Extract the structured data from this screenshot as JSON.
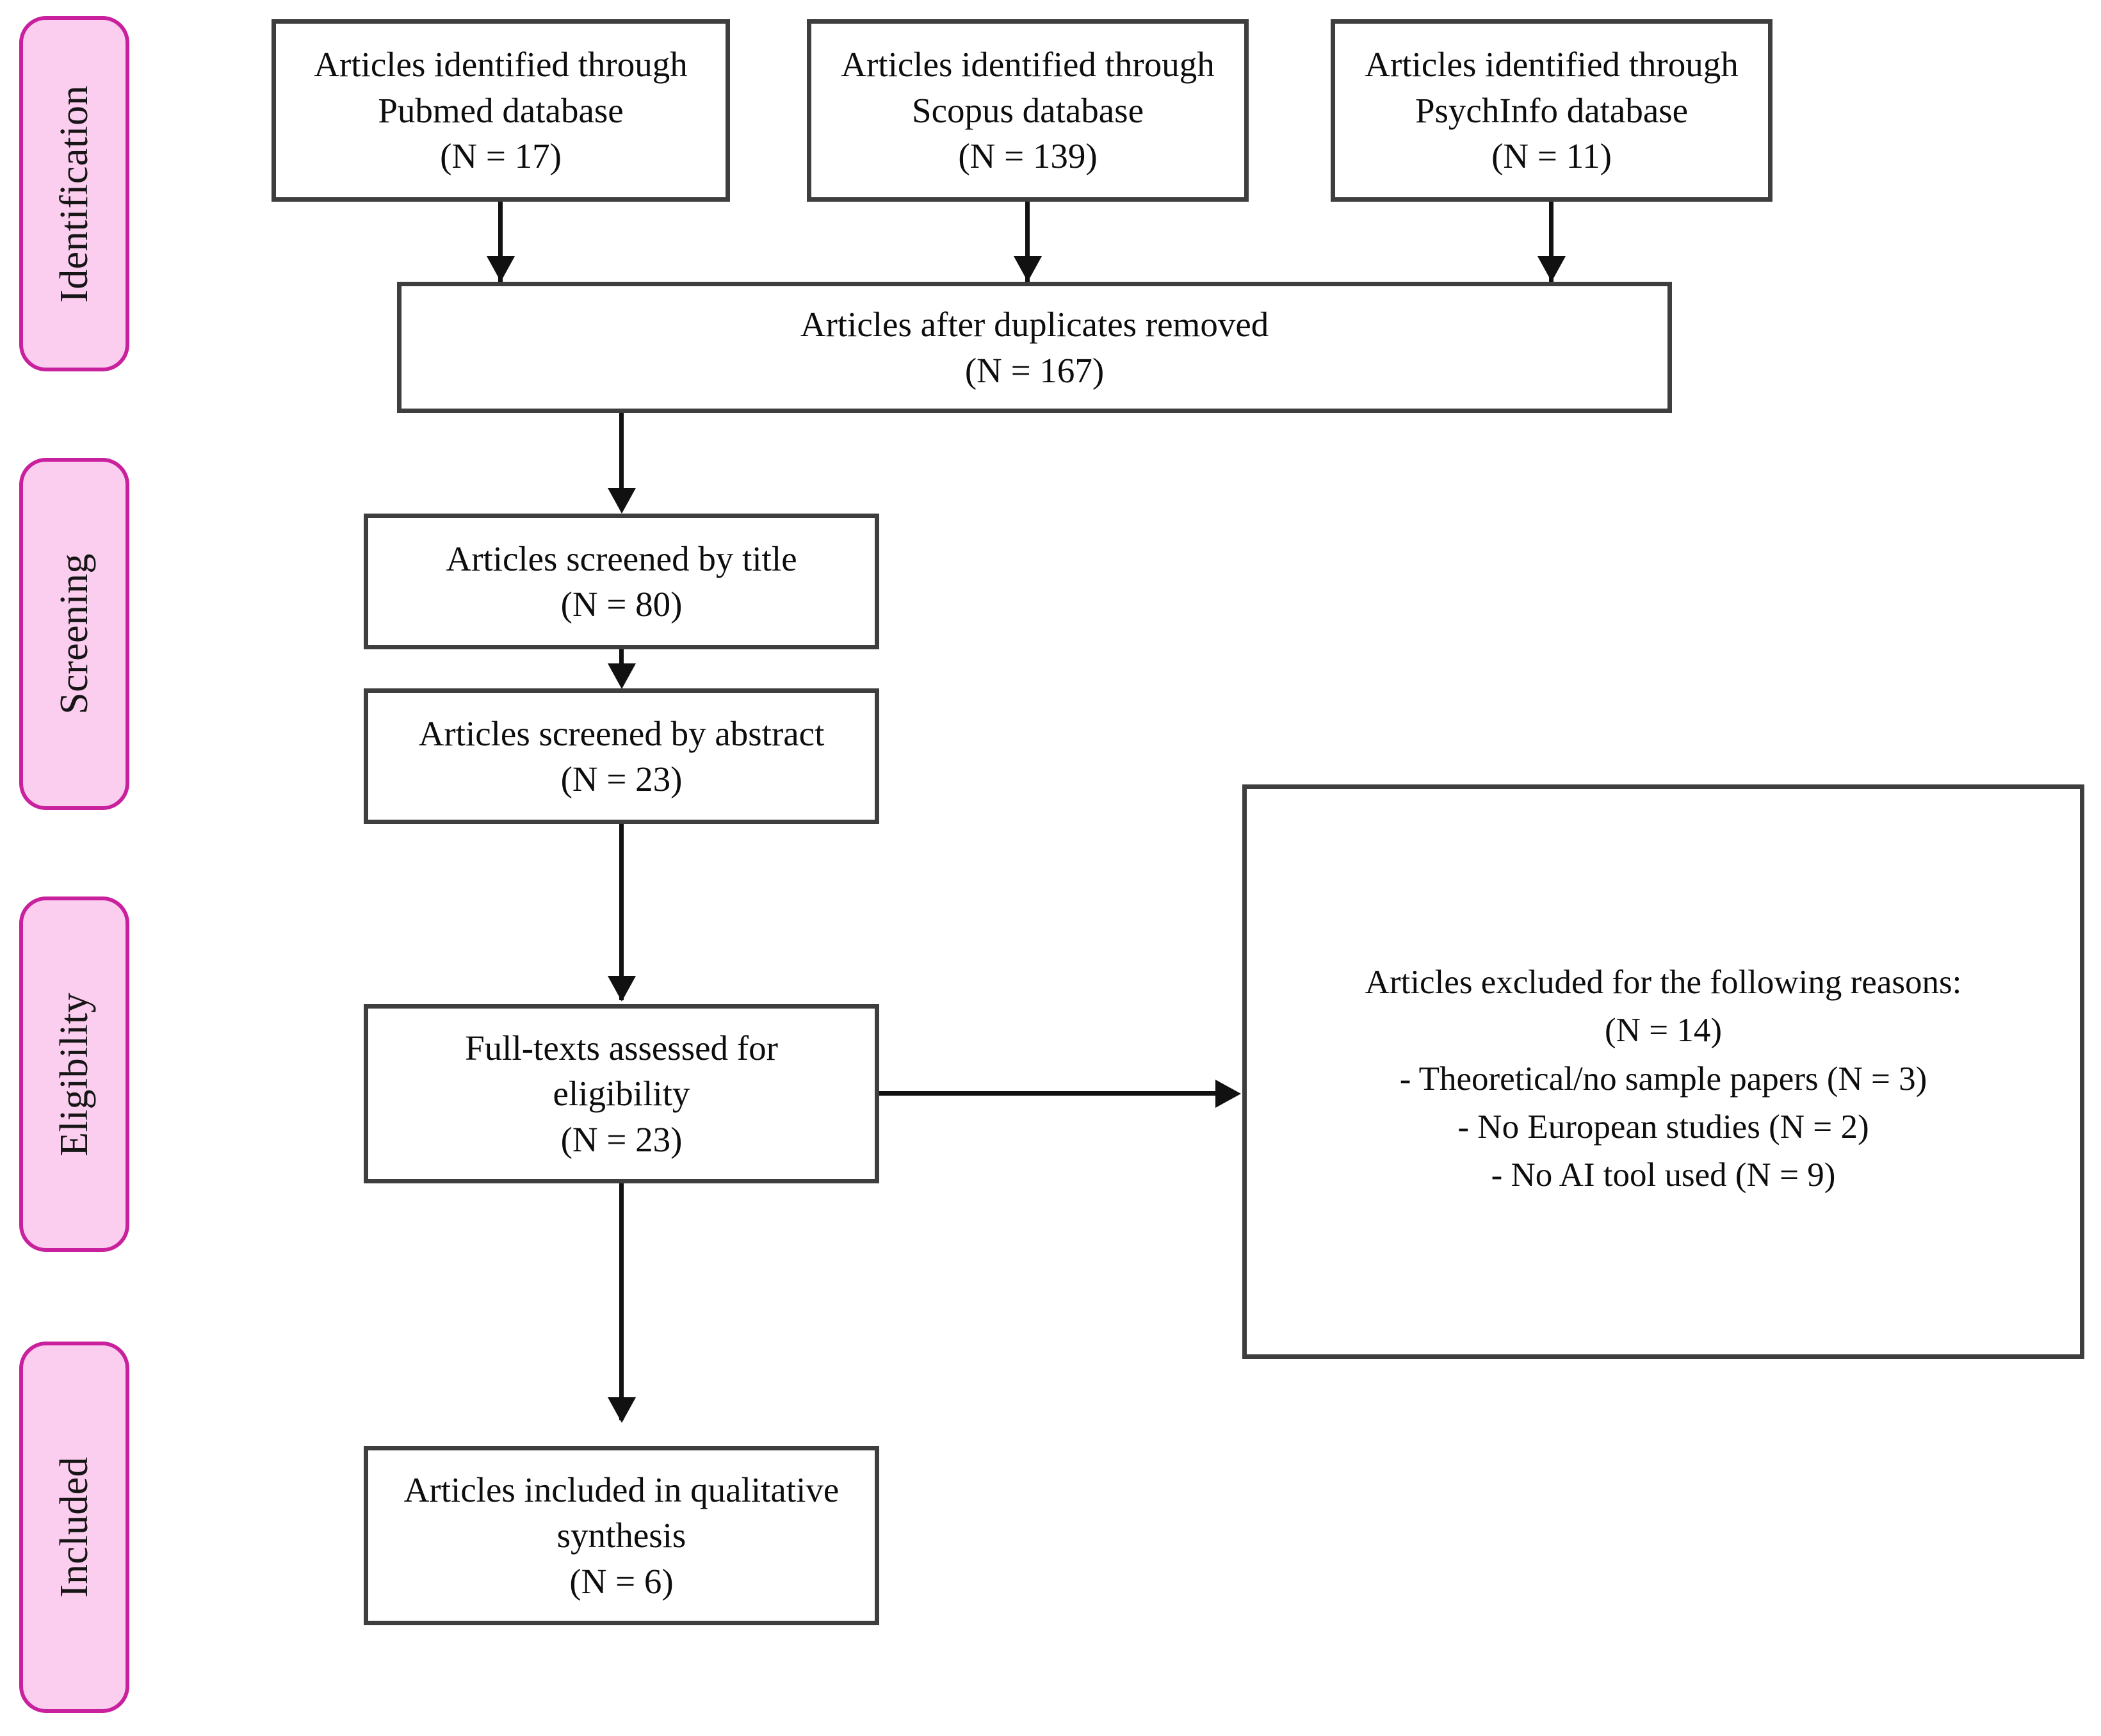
{
  "diagram": {
    "type": "prisma-flow-diagram",
    "stages": [
      {
        "id": "identification",
        "label": "Identification"
      },
      {
        "id": "screening",
        "label": "Screening"
      },
      {
        "id": "eligibility",
        "label": "Eligibility"
      },
      {
        "id": "included",
        "label": "Included"
      }
    ],
    "colors": {
      "pill_fill": "#FBCDEE",
      "pill_border": "#C9209E",
      "box_border": "#3E3E3E",
      "connector": "#111111",
      "text": "#0d0d0d",
      "background": "#FFFFFF"
    },
    "boxes": {
      "pubmed": {
        "line1": "Articles identified through",
        "line2": "Pubmed database",
        "count": "(N = 17)"
      },
      "scopus": {
        "line1": "Articles identified through",
        "line2": "Scopus database",
        "count": "(N = 139)"
      },
      "psychinfo": {
        "line1": "Articles identified through",
        "line2": "PsychInfo database",
        "count": "(N = 11)"
      },
      "duplicates_removed": {
        "line1": "Articles after duplicates removed",
        "count": "(N = 167)"
      },
      "screened_title": {
        "line1": "Articles screened by title",
        "count": "(N = 80)"
      },
      "screened_abstract": {
        "line1": "Articles screened by abstract",
        "count": "(N = 23)"
      },
      "fulltext_eligibility": {
        "line1": "Full-texts assessed for",
        "line2": "eligibility",
        "count": "(N = 23)"
      },
      "excluded": {
        "line1": "Articles excluded for the following reasons:",
        "count": "(N = 14)",
        "reasons": [
          "-   Theoretical/no sample papers (N = 3)",
          "-   No European studies (N = 2)",
          "-   No AI tool used (N = 9)"
        ]
      },
      "included_synthesis": {
        "line1": "Articles included in qualitative",
        "line2": "synthesis",
        "count": "(N = 6)"
      }
    }
  }
}
